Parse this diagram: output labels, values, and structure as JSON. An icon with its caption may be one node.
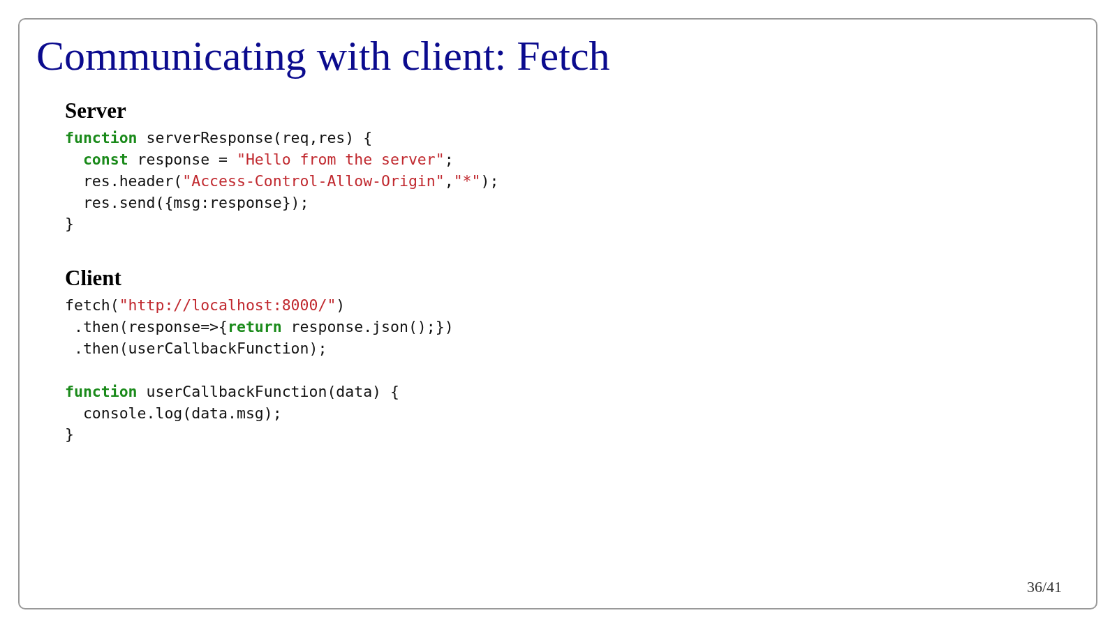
{
  "diagram": {
    "title": "Communicating with client: Fetch",
    "labels": [
      "Server",
      "**function** serverResponse(req,res) {",
      "  **const** response = \"Hello from the server\";",
      "  res.header(\"Access-Control-Allow-Origin\",\"*\");",
      "  res.send({msg:response});",
      "}",
      "Client",
      "fetch(\"http://localhost:8000/\")",
      " .then(response=>{**return** response.json();})",
      " .then(userCallbackFunction);",
      "**function** userCallbackFunction(data) {",
      "  console.log(data.msg);",
      "}",
      "36/41"
    ]
  }
}
